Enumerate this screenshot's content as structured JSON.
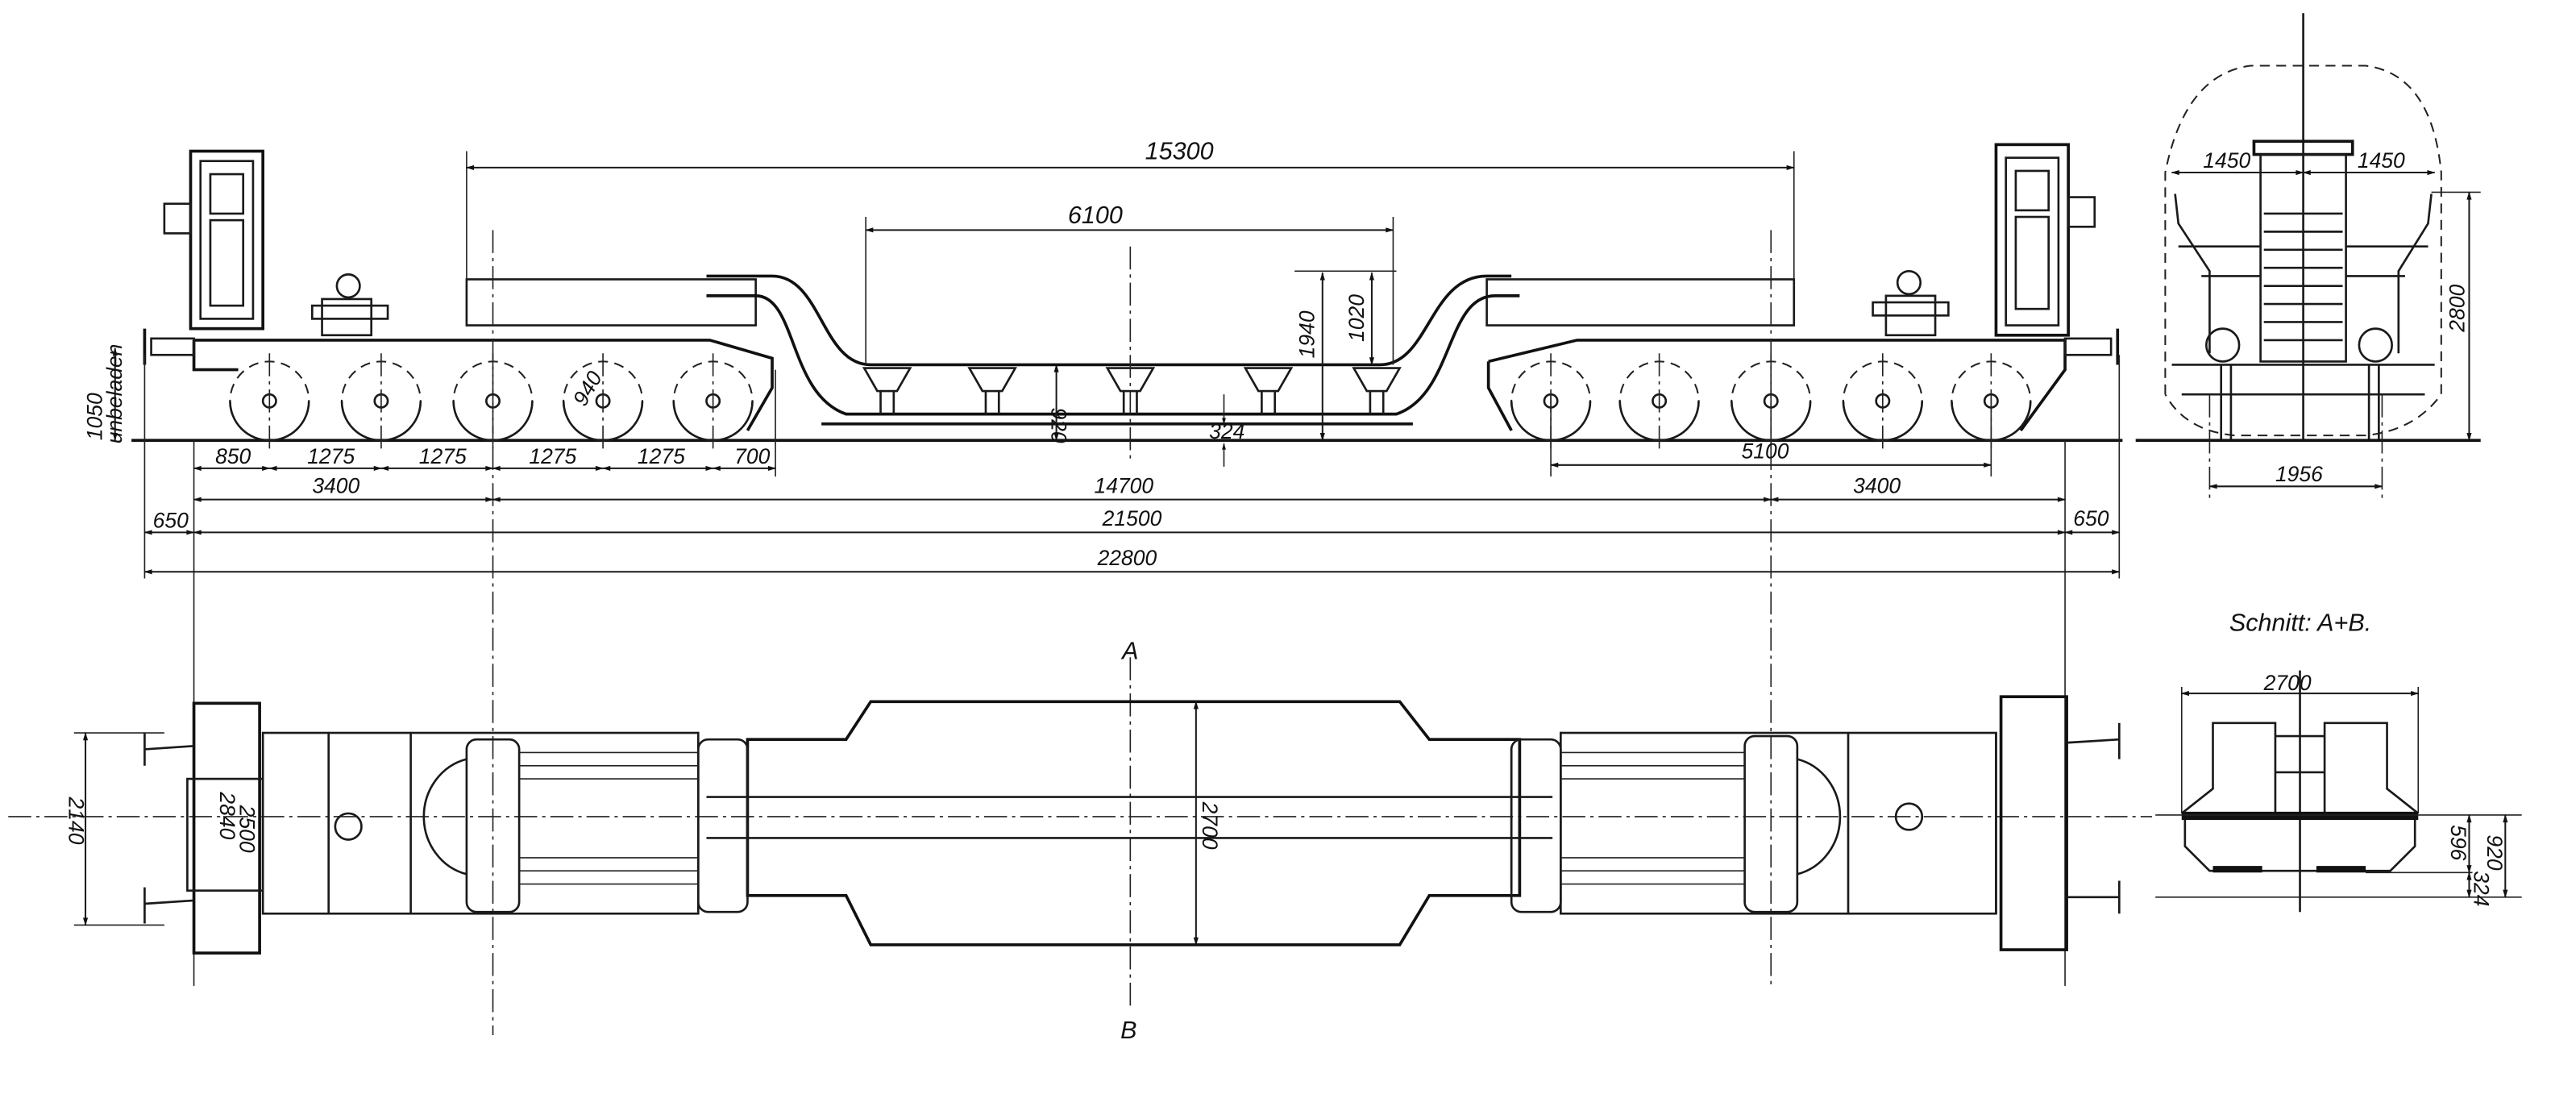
{
  "elevation": {
    "length_over_frames": "15300",
    "well_length": "6100",
    "height_1940": "1940",
    "height_1020": "1020",
    "well_height_920": "920",
    "well_clearance_324": "324",
    "wheel_diameter": "940",
    "unloaded_height": "1050",
    "unloaded_label": "unbeladen",
    "axle_spacing": [
      "850",
      "1275",
      "1275",
      "1275",
      "1275",
      "700"
    ],
    "bogie_wheelbase": "5100",
    "left_overhang": "3400",
    "bogie_centres": "14700",
    "right_overhang": "3400",
    "buffer_left": "650",
    "length_over_headstocks": "21500",
    "buffer_right": "650",
    "length_over_buffers": "22800"
  },
  "end_view": {
    "half_width_left": "1450",
    "half_width_right": "1450",
    "height": "2800",
    "track_gauge": "1956"
  },
  "plan_view": {
    "section_mark_top": "A",
    "section_mark_bottom": "B",
    "well_width": "2700",
    "buffer_spacing": "2140",
    "headstock_width": "2840",
    "headstock_inner": "2500"
  },
  "section": {
    "title": "Schnitt: A+B.",
    "width": "2700",
    "height_596": "596",
    "height_324": "324",
    "height_920": "920"
  }
}
